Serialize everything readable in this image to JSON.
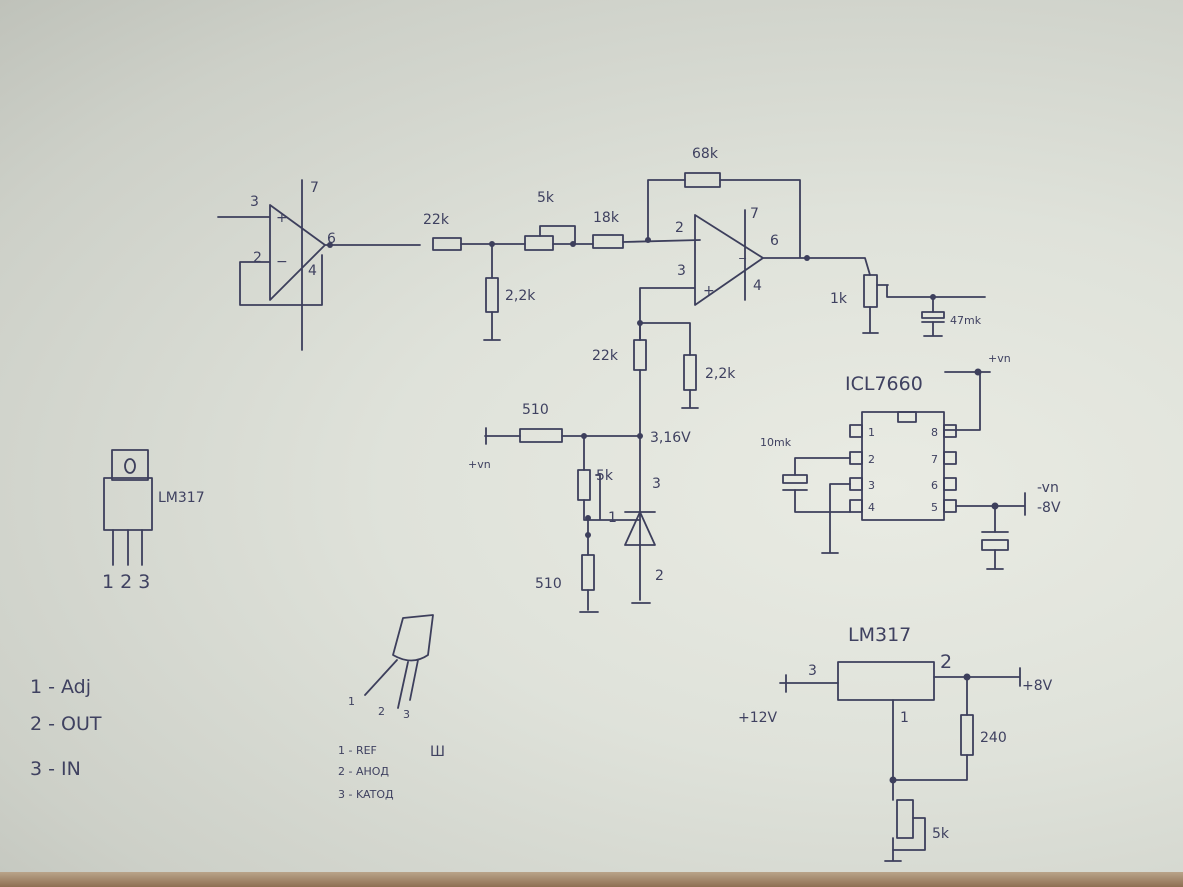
{
  "opamp1": {
    "pin3": "3",
    "pin2": "2",
    "pin7": "7",
    "pin6": "6",
    "pin4": "4",
    "plus": "+",
    "minus": "−"
  },
  "opamp2": {
    "pin2": "2",
    "pin3": "3",
    "pin7": "7",
    "pin6": "6",
    "pin4": "4",
    "plus": "+",
    "minus": "−"
  },
  "resistors": {
    "r22k": "22k",
    "pot5k": "5k",
    "r18k": "18k",
    "r2k2": "2,2k",
    "r68k": "68k",
    "pot1k": "1k",
    "r22k_b": "22k",
    "r2k2_b": "2,2k",
    "r510": "510",
    "pot5k_b": "5k",
    "r510_b": "510"
  },
  "caps": {
    "c47": "47mk",
    "c10": "10mk"
  },
  "nodes": {
    "vplus_ref": "+vn",
    "vref": "3,16V"
  },
  "tl431_pins": {
    "p3": "3",
    "p1": "1",
    "p2": "2"
  },
  "icl": {
    "title": "ICL7660",
    "vplus": "+vn",
    "pins": [
      "1",
      "2",
      "3",
      "4",
      "8",
      "7",
      "6",
      "5"
    ],
    "vminus": "-vn",
    "vout": "-8V"
  },
  "lm317_pkg": {
    "title": "LM317",
    "pins": "1 2 3",
    "legend": [
      "1 - Adj",
      "2 - OUT",
      "3 - IN"
    ]
  },
  "tl431_pkg": {
    "pins": [
      "1",
      "2",
      "3"
    ],
    "legend": [
      "1 - REF",
      "2 - AHOД",
      "3 - KATOД"
    ],
    "mark": "Ш"
  },
  "regulator": {
    "title": "LM317",
    "pin3": "3",
    "pin2": "2",
    "pin1": "1",
    "vin": "+12V",
    "vout": "+8V",
    "r240": "240",
    "pot5k": "5k"
  }
}
